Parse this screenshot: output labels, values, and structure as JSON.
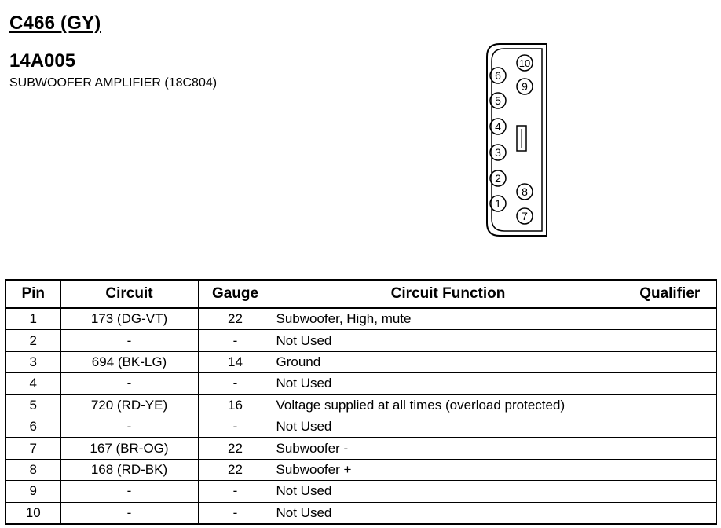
{
  "header": {
    "connector_id": "C466 (GY)",
    "part_number": "14A005",
    "component_name": "SUBWOOFER AMPLIFIER (18C804)"
  },
  "connector_diagram": {
    "pins": [
      "1",
      "2",
      "3",
      "4",
      "5",
      "6",
      "7",
      "8",
      "9",
      "10"
    ]
  },
  "table": {
    "columns": [
      "Pin",
      "Circuit",
      "Gauge",
      "Circuit Function",
      "Qualifier"
    ],
    "rows": [
      {
        "pin": "1",
        "circuit": "173 (DG-VT)",
        "gauge": "22",
        "function": "Subwoofer, High, mute",
        "qualifier": ""
      },
      {
        "pin": "2",
        "circuit": "-",
        "gauge": "-",
        "function": "Not Used",
        "qualifier": ""
      },
      {
        "pin": "3",
        "circuit": "694 (BK-LG)",
        "gauge": "14",
        "function": "Ground",
        "qualifier": ""
      },
      {
        "pin": "4",
        "circuit": "-",
        "gauge": "-",
        "function": "Not Used",
        "qualifier": ""
      },
      {
        "pin": "5",
        "circuit": "720 (RD-YE)",
        "gauge": "16",
        "function": "Voltage supplied at all times (overload protected)",
        "qualifier": ""
      },
      {
        "pin": "6",
        "circuit": "-",
        "gauge": "-",
        "function": "Not Used",
        "qualifier": ""
      },
      {
        "pin": "7",
        "circuit": "167 (BR-OG)",
        "gauge": "22",
        "function": "Subwoofer -",
        "qualifier": ""
      },
      {
        "pin": "8",
        "circuit": "168 (RD-BK)",
        "gauge": "22",
        "function": "Subwoofer +",
        "qualifier": ""
      },
      {
        "pin": "9",
        "circuit": "-",
        "gauge": "-",
        "function": "Not Used",
        "qualifier": ""
      },
      {
        "pin": "10",
        "circuit": "-",
        "gauge": "-",
        "function": "Not Used",
        "qualifier": ""
      }
    ]
  }
}
